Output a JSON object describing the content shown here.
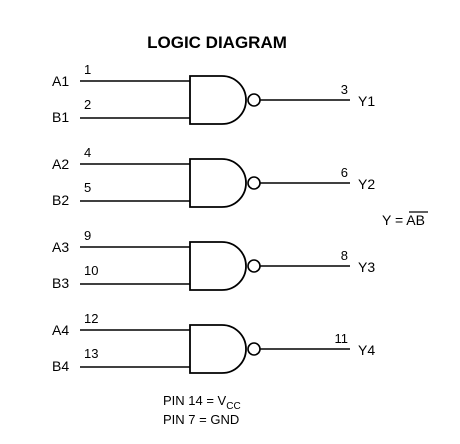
{
  "title": "LOGIC DIAGRAM",
  "gates": [
    {
      "in_a": "A1",
      "in_b": "B1",
      "pin_a": "1",
      "pin_b": "2",
      "pin_out": "3",
      "out": "Y1"
    },
    {
      "in_a": "A2",
      "in_b": "B2",
      "pin_a": "4",
      "pin_b": "5",
      "pin_out": "6",
      "out": "Y2"
    },
    {
      "in_a": "A3",
      "in_b": "B3",
      "pin_a": "9",
      "pin_b": "10",
      "pin_out": "8",
      "out": "Y3"
    },
    {
      "in_a": "A4",
      "in_b": "B4",
      "pin_a": "12",
      "pin_b": "13",
      "pin_out": "11",
      "out": "Y4"
    }
  ],
  "equation": {
    "lhs": "Y = ",
    "rhs": "AB"
  },
  "power": {
    "vcc_prefix": "PIN 14 = V",
    "vcc_sub": "CC",
    "gnd": "PIN 7 = GND"
  }
}
